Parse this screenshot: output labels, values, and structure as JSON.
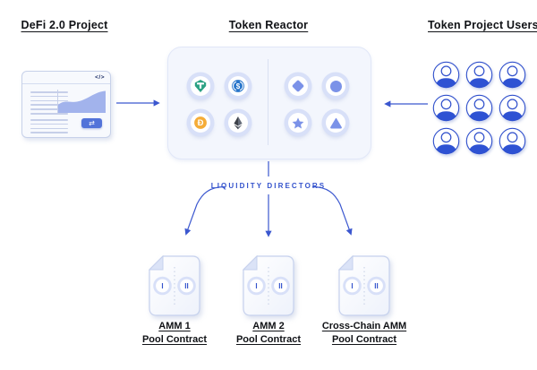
{
  "headers": {
    "project": "DeFi 2.0 Project",
    "reactor": "Token Reactor",
    "users": "Token Project Users"
  },
  "browser": {
    "code_icon": "</>",
    "swap_icon": "⇄",
    "text_lines_group1": 6,
    "text_lines_group2": 4
  },
  "reactor": {
    "crypto_tokens": [
      {
        "name": "tether",
        "glyph": "T",
        "color": "#2BA183"
      },
      {
        "name": "usdc",
        "glyph": "$",
        "color": "#2775CA"
      },
      {
        "name": "dai",
        "glyph": "Đ",
        "color": "#F5AC37"
      },
      {
        "name": "ethereum",
        "glyph": "",
        "color": "#454A54"
      }
    ],
    "project_tokens": [
      {
        "name": "diamond"
      },
      {
        "name": "circle"
      },
      {
        "name": "star"
      },
      {
        "name": "triangle"
      }
    ],
    "shape_color": "#7B92E8"
  },
  "users_grid": {
    "rows": 3,
    "cols": 3,
    "count": 9,
    "avatar_color": "#2E52D3"
  },
  "liquidity_directors_label": "LIQUIDITY DIRECTORS",
  "contracts": [
    {
      "title": "AMM 1",
      "subtitle": "Pool Contract",
      "token_labels": [
        "I",
        "II"
      ]
    },
    {
      "title": "AMM 2",
      "subtitle": "Pool Contract",
      "token_labels": [
        "I",
        "II"
      ]
    },
    {
      "title": "Cross-Chain AMM",
      "subtitle": "Pool Contract",
      "token_labels": [
        "I",
        "II"
      ]
    }
  ],
  "colors": {
    "accent_blue": "#3B57CF",
    "label_blue": "#3352CC",
    "token_ring": "#D8E0F8",
    "reactor_bg": "#F3F6FD"
  }
}
